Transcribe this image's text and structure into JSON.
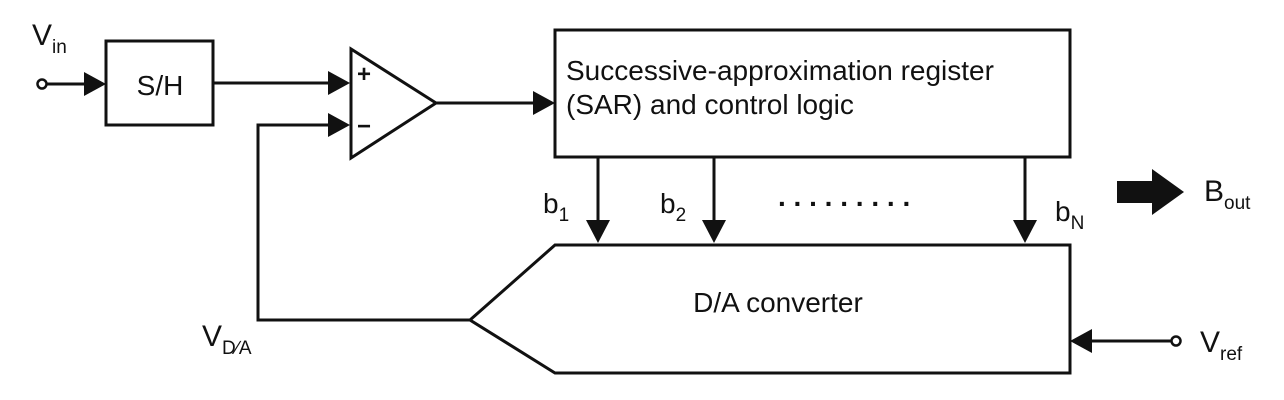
{
  "diagram": {
    "input_label": {
      "main": "V",
      "sub": "in"
    },
    "sample_hold_label": "S/H",
    "comparator": {
      "plus_sign": "+",
      "minus_sign": "−"
    },
    "sar_block": {
      "line1": "Successive-approximation register",
      "line2": "(SAR) and control logic"
    },
    "bits": [
      {
        "main": "b",
        "sub": "1"
      },
      {
        "main": "b",
        "sub": "2"
      },
      {
        "main": "b",
        "sub": "N"
      }
    ],
    "ellipsis": ". . . . . . . . .",
    "output_label": {
      "main": "B",
      "sub": "out"
    },
    "dac_label": "D/A converter",
    "feedback_label": {
      "main": "V",
      "sub": "D∕A"
    },
    "reference_label": {
      "main": "V",
      "sub": "ref"
    }
  },
  "colors": {
    "ink": "#111111",
    "background": "#ffffff"
  }
}
